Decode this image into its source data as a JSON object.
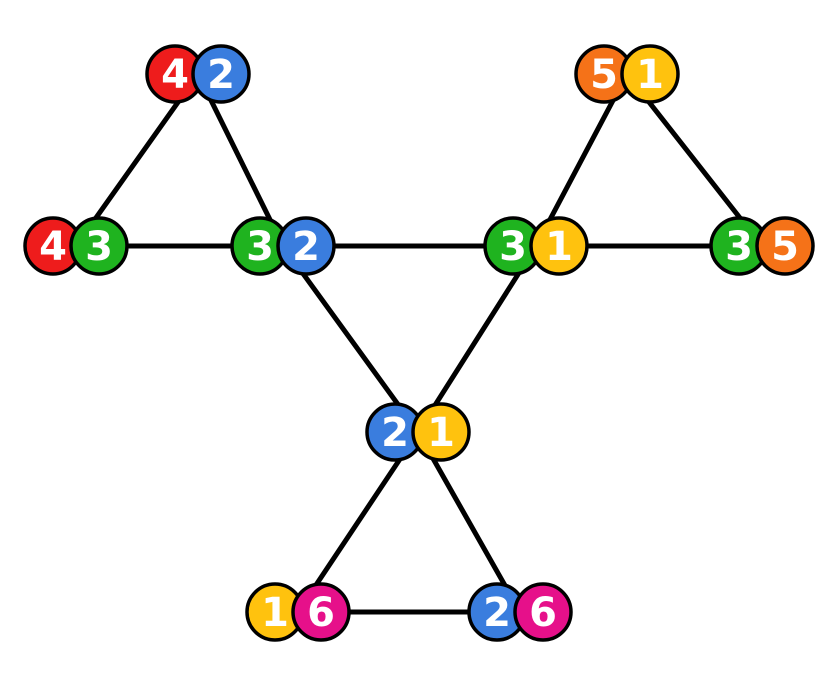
{
  "colors": {
    "1": "#ffc20e",
    "2": "#3a7dde",
    "3": "#1fb31f",
    "4": "#ee1c1c",
    "5": "#f57218",
    "6": "#e6108a"
  },
  "nodes": [
    {
      "id": "n42",
      "digits": [
        "4",
        "2"
      ]
    },
    {
      "id": "n51",
      "digits": [
        "5",
        "1"
      ]
    },
    {
      "id": "n43",
      "digits": [
        "4",
        "3"
      ]
    },
    {
      "id": "n32",
      "digits": [
        "3",
        "2"
      ]
    },
    {
      "id": "n31",
      "digits": [
        "3",
        "1"
      ]
    },
    {
      "id": "n35",
      "digits": [
        "3",
        "5"
      ]
    },
    {
      "id": "n21",
      "digits": [
        "2",
        "1"
      ]
    },
    {
      "id": "n16",
      "digits": [
        "1",
        "6"
      ]
    },
    {
      "id": "n26",
      "digits": [
        "2",
        "6"
      ]
    }
  ],
  "edges": [
    [
      "n42",
      "n43"
    ],
    [
      "n42",
      "n32"
    ],
    [
      "n43",
      "n32"
    ],
    [
      "n51",
      "n31"
    ],
    [
      "n51",
      "n35"
    ],
    [
      "n31",
      "n35"
    ],
    [
      "n32",
      "n31"
    ],
    [
      "n32",
      "n21"
    ],
    [
      "n31",
      "n21"
    ],
    [
      "n21",
      "n16"
    ],
    [
      "n21",
      "n26"
    ],
    [
      "n16",
      "n26"
    ]
  ]
}
